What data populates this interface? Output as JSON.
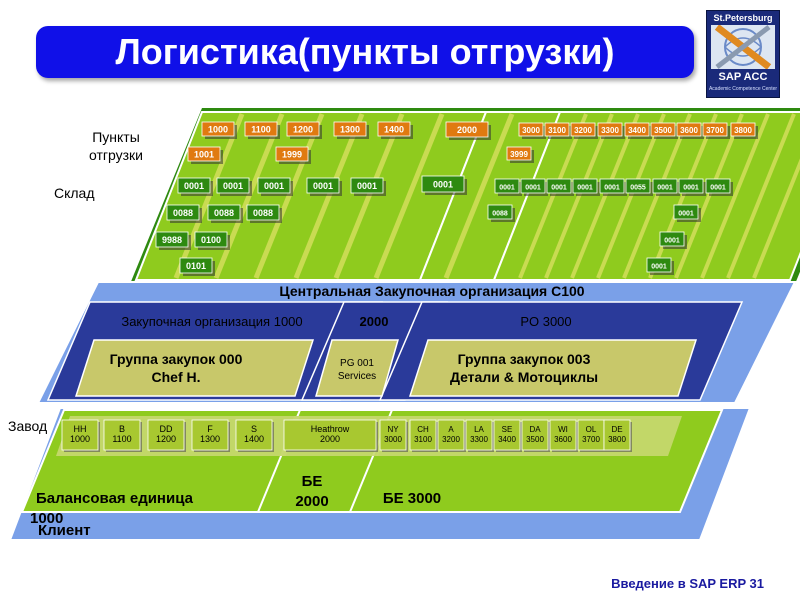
{
  "title": "Логистика(пункты отгрузки)",
  "logo": {
    "top": "St.Petersburg",
    "bottom": "SAP ACC",
    "small": "Academic Competence Center"
  },
  "labels": {
    "shipping_points": "Пункты\nотгрузки",
    "warehouse": "Склад",
    "plant": "Завод",
    "client": "Клиент"
  },
  "central_org": "Центральная Закупочная организация С100",
  "purch_orgs": [
    {
      "label": "Закупочная организация 1000",
      "group": "Группа закупок 000\nChef H."
    },
    {
      "label": "2000",
      "group": "PG 001\nServices"
    },
    {
      "label": "PO 3000",
      "group": "Группа закупок  003\nДетали & Мотоциклы"
    }
  ],
  "company_codes": [
    "Балансовая единица\n1000",
    "БЕ\n2000",
    "БЕ 3000"
  ],
  "plants": [
    [
      "HH\n1000",
      "B\n1100",
      "DD\n1200",
      "F\n1300",
      "S\n1400"
    ],
    [
      "Heathrow\n2000"
    ],
    [
      "NY\n3000",
      "CH\n3100",
      "A\n3200",
      "LA\n3300",
      "SE\n3400",
      "DA\n3500",
      "WI\n3600",
      "OL\n3700",
      "DE\n3800"
    ]
  ],
  "shipping_points_codes": {
    "panel1": [
      "1000",
      "1100",
      "1200",
      "1300",
      "1400",
      "1001",
      "1999"
    ],
    "panel2": [
      "2000"
    ],
    "panel3": [
      "3000",
      "3100",
      "3200",
      "3300",
      "3400",
      "3500",
      "3600",
      "3700",
      "3800",
      "3999"
    ]
  },
  "storage_codes": {
    "panel1": [
      "0001",
      "0001",
      "0001",
      "0001",
      "0001",
      "0088",
      "0088",
      "0088",
      "9988",
      "0100",
      "0101"
    ],
    "panel2": [
      "0001"
    ],
    "panel3": [
      "0001",
      "0001",
      "0001",
      "0001",
      "0001",
      "0055",
      "0001",
      "0001",
      "0001",
      "0088",
      "0001",
      "0001",
      "0001"
    ]
  },
  "footer": "Введение в SAP ERP  31",
  "colors": {
    "title_bg": "#1010e8",
    "green": "#8fcb1e",
    "olive": "#c8c86a",
    "blue": "#7aa0e8",
    "dark_blue": "#2a3a9a",
    "orange": "#e07a10",
    "dark_green": "#2e8a10"
  }
}
